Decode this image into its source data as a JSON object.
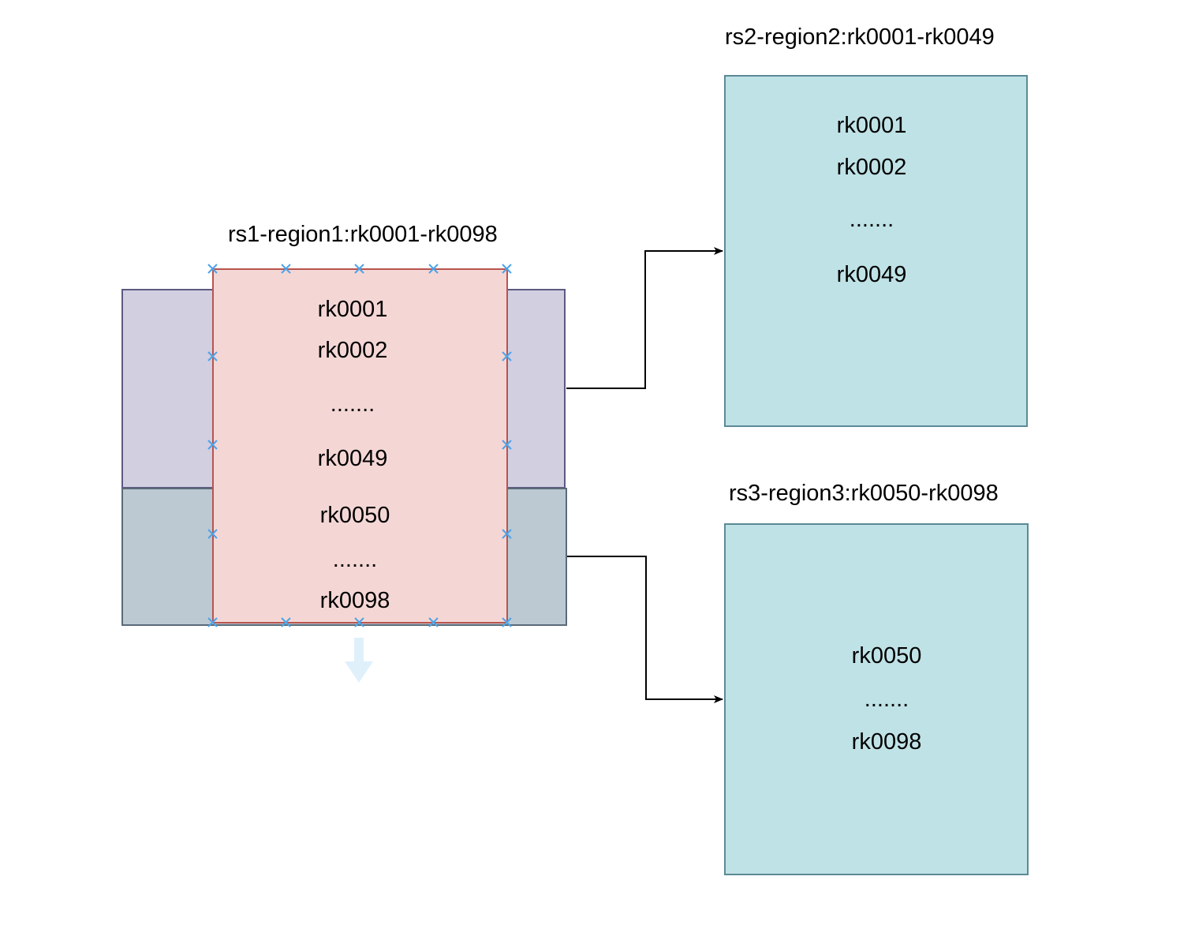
{
  "diagram": {
    "region1": {
      "title": "rs1-region1:rk0001-rk0098",
      "rows": [
        "rk0001",
        "rk0002",
        ".......",
        "rk0049",
        "rk0050",
        ".......",
        "rk0098"
      ]
    },
    "region2": {
      "title": "rs2-region2:rk0001-rk0049",
      "rows": [
        "rk0001",
        "rk0002",
        ".......",
        "rk0049"
      ]
    },
    "region3": {
      "title": "rs3-region3:rk0050-rk0098",
      "rows": [
        "rk0050",
        ".......",
        "rk0098"
      ]
    },
    "colors": {
      "region1_fill": "#f4d7d5",
      "region1_stroke": "#b85450",
      "upper_split_fill": "#d2cfe1",
      "lower_split_fill": "#bcc9d2",
      "target_fill": "#bfe2e6",
      "handle": "#4da3e8"
    }
  }
}
